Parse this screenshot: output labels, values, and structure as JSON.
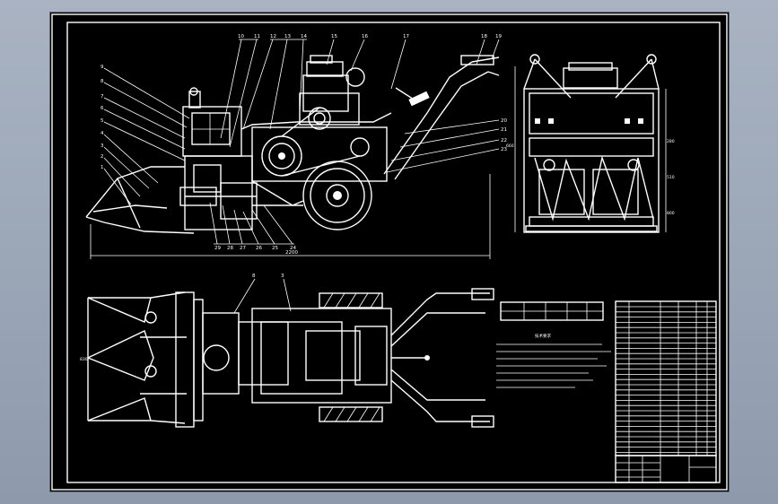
{
  "drawing": {
    "part_numbers_side": [
      "10",
      "11",
      "12",
      "13",
      "14",
      "15",
      "16",
      "17",
      "18",
      "19"
    ],
    "part_numbers_left": [
      "9",
      "8",
      "7",
      "6",
      "5",
      "4",
      "3",
      "2",
      "1"
    ],
    "part_numbers_bottom": [
      "29",
      "28",
      "27",
      "26",
      "25",
      "24"
    ],
    "part_numbers_right": [
      "20",
      "21",
      "22",
      "23"
    ],
    "dim_overall": "2200",
    "dim_end_view": [
      "280",
      "510",
      "800",
      "660"
    ],
    "dim_plan_width": "830",
    "plan_top_labels": [
      "8",
      "3"
    ],
    "tech_notes_title": "技术要求"
  },
  "colors": {
    "background": "#000000",
    "lines": "#ffffff",
    "window": "#9aa5b6"
  }
}
